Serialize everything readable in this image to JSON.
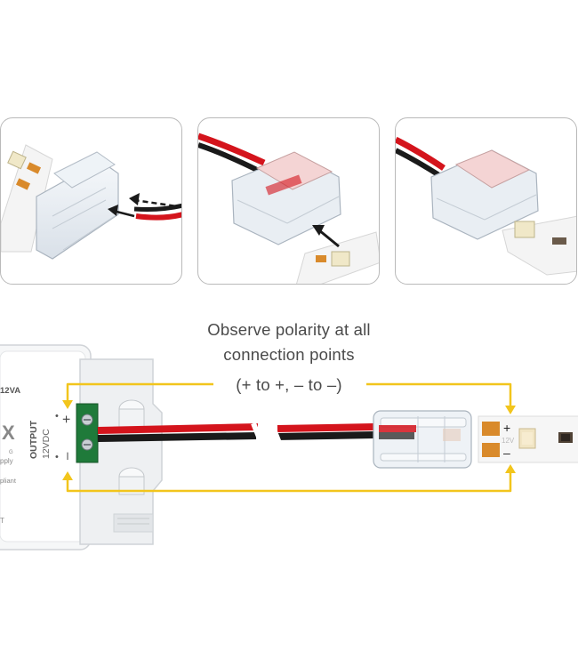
{
  "caption": {
    "line1": "Observe polarity at all",
    "line2": "connection points",
    "line3": "(+ to +, – to –)"
  },
  "psu": {
    "rating_text": "12VA",
    "output_label": "OUTPUT",
    "voltage_label": "12VDC",
    "plus_symbol": "+",
    "minus_symbol": "–",
    "dot_symbol": "•",
    "brand_fragment": "X",
    "brand_sub": "G",
    "supply_fragment": "pply",
    "compliant_fragment": "pliant",
    "bottom_fragment": "T"
  },
  "strip": {
    "plus_symbol": "+",
    "minus_symbol": "–",
    "voltage_label": "12V"
  },
  "colors": {
    "arrow_yellow": "#f2c51c",
    "wire_red": "#d4141c",
    "wire_black": "#1a1a1a",
    "pad_copper": "#d98a2b",
    "terminal_green": "#1f7a3a",
    "panel_border": "#b9b9b9",
    "caption_text": "#4a4a4a"
  }
}
